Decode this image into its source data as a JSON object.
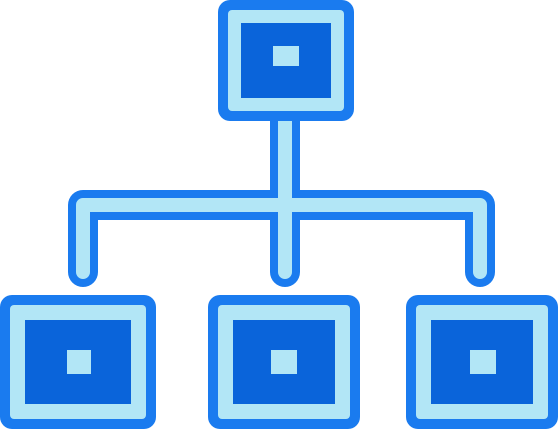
{
  "icon": {
    "name": "network-hierarchy-icon",
    "colors": {
      "outline": "#1A7BEF",
      "fill_light": "#B2E6F6",
      "fill_dark": "#0A64DA",
      "highlight": "#62D4FF"
    }
  },
  "nodes": [
    {
      "id": "root",
      "level": 0
    },
    {
      "id": "child-left",
      "level": 1
    },
    {
      "id": "child-middle",
      "level": 1
    },
    {
      "id": "child-right",
      "level": 1
    }
  ],
  "edges": [
    {
      "from": "root",
      "to": "child-left"
    },
    {
      "from": "root",
      "to": "child-middle"
    },
    {
      "from": "root",
      "to": "child-right"
    }
  ]
}
